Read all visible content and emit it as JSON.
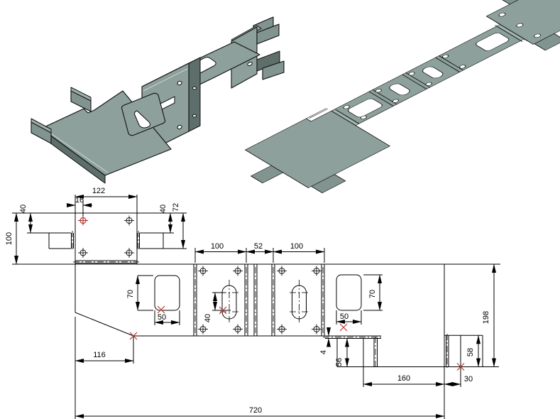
{
  "app": {
    "canvas": "cad-sheetmetal-drawing",
    "background": "#ffffff"
  },
  "views": {
    "folded_3d": {
      "description": "isometric view of folded sheet-metal bracket"
    },
    "flat_3d": {
      "description": "isometric view of unfolded flat pattern"
    },
    "flat_drawing": {
      "description": "dimensioned 2D flat pattern"
    }
  },
  "colors": {
    "line": "#000000",
    "metal_face": "#8da09b",
    "metal_dark": "#5e6e6a",
    "metal_light": "#9fb0ab",
    "bend_highlight": "#ccd8d4",
    "mark_red": "#b23b33",
    "hole": "#ffffff"
  },
  "drawing": {
    "dims": {
      "d122": "122",
      "d16": "16",
      "d40_left": "40",
      "d100_left": "100",
      "d40_right": "40",
      "d72": "72",
      "d100_a": "100",
      "d52": "52",
      "d100_b": "100",
      "d70_left": "70",
      "d50_left": "50",
      "d40_slot": "40",
      "d116": "116",
      "d70_right": "70",
      "d50_right": "50",
      "d4": "4",
      "d56": "56",
      "d160": "160",
      "d58": "58",
      "d30": "30",
      "d198": "198",
      "d720": "720"
    },
    "marks": {
      "reference_cross_count": "6",
      "selected_hole": "top-left tab hole"
    }
  }
}
